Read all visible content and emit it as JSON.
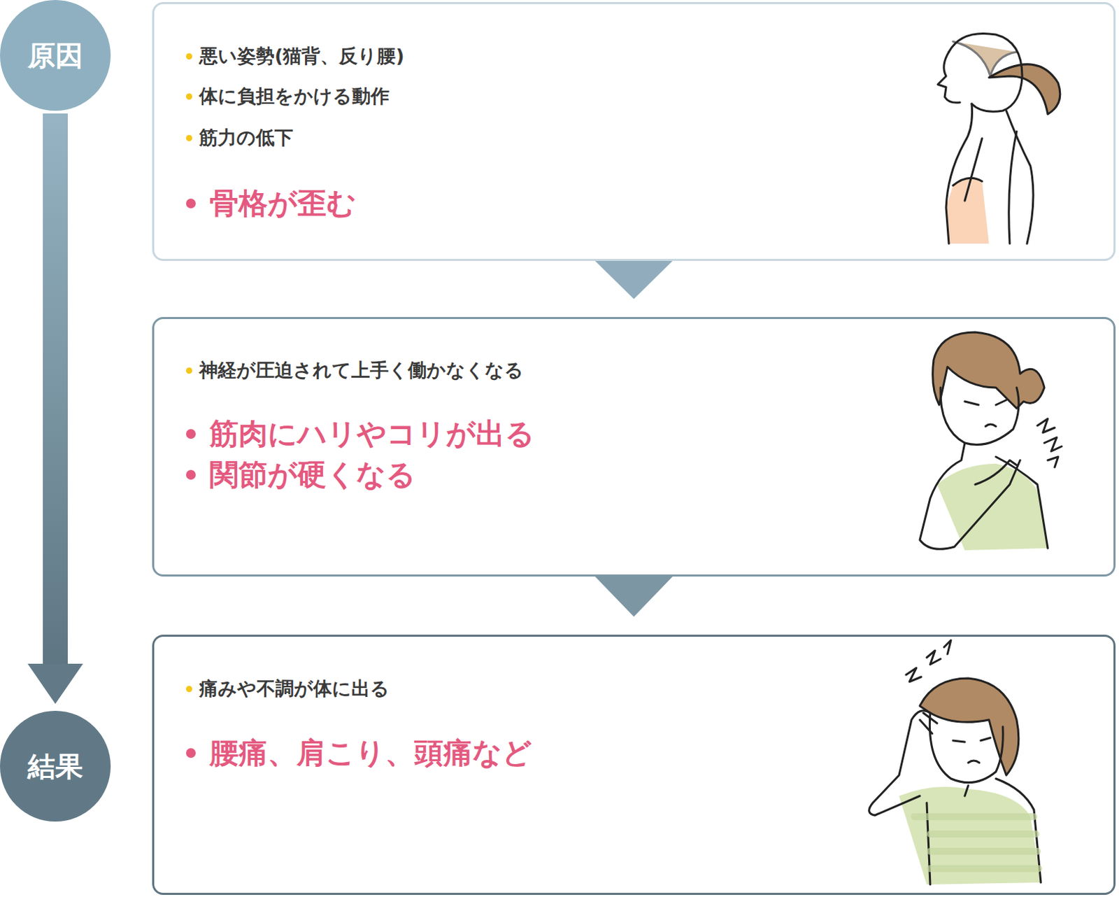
{
  "diagram": {
    "nodes": [
      {
        "text": [
          "原因"
        ]
      },
      {
        "text": [
          "悪い姿勢(猫背、反り腰)",
          "体に負担をかける動作",
          "筋力の低下",
          "骨格が歪む"
        ]
      },
      {
        "text": [
          "神経が圧迫されて上手く働かなくなる",
          "筋肉にハリやコリが出る",
          "関節が硬くなる"
        ]
      },
      {
        "text": [
          "痛みや不調が体に出る",
          "腰痛、肩こり、頭痛など"
        ]
      },
      {
        "text": [
          "結果"
        ]
      }
    ],
    "edges": [
      {
        "from": 0,
        "to": 4,
        "arrow": "to"
      },
      {
        "from": 1,
        "to": 2,
        "arrow": "to"
      },
      {
        "from": 2,
        "to": 3,
        "arrow": "to"
      }
    ]
  }
}
